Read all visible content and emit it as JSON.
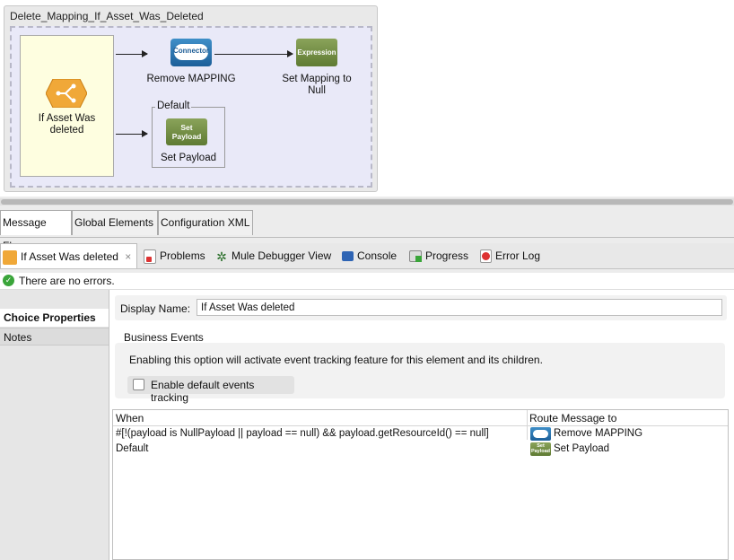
{
  "flow": {
    "title": "Delete_Mapping_If_Asset_Was_Deleted",
    "choice_label": "If Asset Was deleted",
    "connector_icon_text": "Connector",
    "connector_label": "Remove MAPPING",
    "expression_icon_text": "Expression",
    "expression_label": "Set Mapping to Null",
    "default_label": "Default",
    "setpayload_icon_text": "Set Payload",
    "setpayload_label": "Set Payload"
  },
  "editor_tabs": [
    {
      "label": "Message Flow",
      "active": true
    },
    {
      "label": "Global Elements",
      "active": false
    },
    {
      "label": "Configuration XML",
      "active": false
    }
  ],
  "view_tabs": [
    {
      "label": "If Asset Was deleted",
      "icon": "choice-icon",
      "active": true,
      "close": "×"
    },
    {
      "label": "Problems",
      "icon": "problems-icon"
    },
    {
      "label": "Mule Debugger View",
      "icon": "debugger-icon"
    },
    {
      "label": "Console",
      "icon": "console-icon"
    },
    {
      "label": "Progress",
      "icon": "progress-icon"
    },
    {
      "label": "Error Log",
      "icon": "error-log-icon"
    }
  ],
  "status": {
    "text": "There are no errors."
  },
  "nav": {
    "choice_properties": "Choice Properties",
    "notes": "Notes"
  },
  "properties": {
    "display_name_label": "Display Name:",
    "display_name_value": "If Asset Was deleted",
    "business_events_title": "Business Events",
    "business_events_desc": "Enabling this option will activate event tracking feature for this element and its children.",
    "enable_tracking_label": "Enable default events tracking",
    "enable_tracking_checked": false
  },
  "routes_table": {
    "headers": [
      "When",
      "Route Message to"
    ],
    "rows": [
      {
        "when": "#[!(payload is NullPayload || payload == null) && payload.getResourceId() == null]",
        "route": "Remove MAPPING",
        "icon": "connector-icon"
      },
      {
        "when": "Default",
        "route": "Set Payload",
        "icon": "set-payload-icon"
      }
    ]
  },
  "colors": {
    "choice_bg": "#fefee0",
    "connector_blue": "#2a73b0",
    "transformer_green": "#6f8b40",
    "flow_bg": "#e9e9f8",
    "ok_green": "#3aa53a"
  }
}
